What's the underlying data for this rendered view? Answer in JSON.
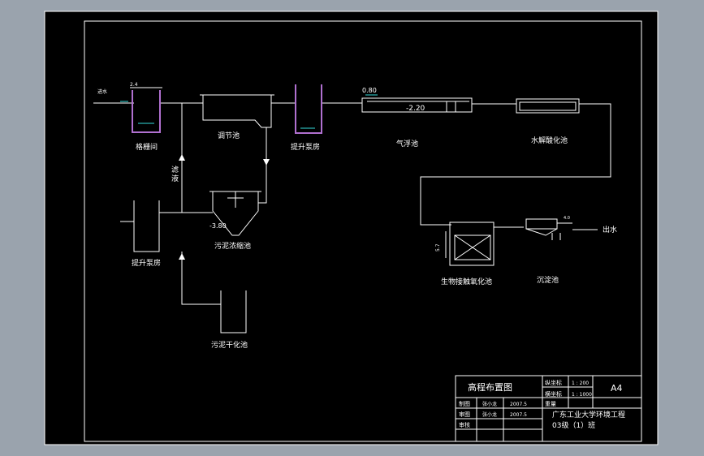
{
  "colors": {
    "outer_bg": "#9aa3ad",
    "paper": "#000000",
    "line": "#ffffff",
    "pump": "#b070d0",
    "water": "#33dddd",
    "title_block": "#ffffff"
  },
  "labels": {
    "inflow": "进水",
    "screen": "格栅间",
    "equalization": "调节池",
    "lift_pump_1": "提升泵房",
    "flotation": "气浮池",
    "hydrolysis": "水解酸化池",
    "filtrate_line": "滤液",
    "lift_pump_2": "提升泵房",
    "thickener": "污泥浓缩池",
    "bio_contact": "生物接触氧化池",
    "settling": "沉淀池",
    "outflow": "出水",
    "sludge_dry": "污泥干化池"
  },
  "elevations": {
    "screen_top": "2.4",
    "flotation_top": "0.80",
    "flotation_water": "-2.20",
    "thickener_water": "-3.80",
    "bio_height": "5.7",
    "settling_top": "4.0"
  },
  "title_block": {
    "drawing_title": "高程布置图",
    "scale_h_label": "纵坐标",
    "scale_h_value": "1 : 200",
    "scale_v_label": "横坐标",
    "scale_v_value": "1 : 1000",
    "size": "A4",
    "weight_label": "重量",
    "drawn_label": "制图",
    "drawn_by": "张小龙",
    "drawn_date": "2007.5",
    "checked_label": "审图",
    "checked_by": "张小龙",
    "checked_date": "2007.5",
    "approved_label": "审核",
    "school": "广东工业大学环境工程",
    "class": "03级（1）班"
  }
}
